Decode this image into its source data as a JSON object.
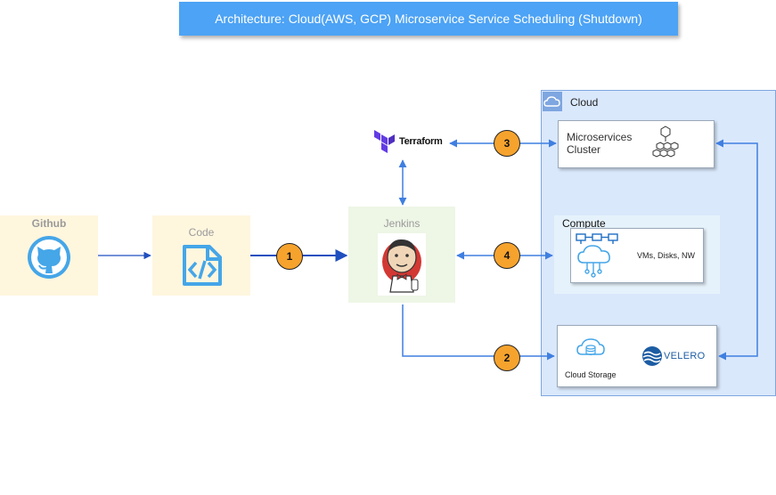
{
  "title": "Architecture: Cloud(AWS, GCP)  Microservice Service Scheduling (Shutdown)",
  "nodes": {
    "github": {
      "label": "Github"
    },
    "code": {
      "label": "Code"
    },
    "jenkins": {
      "label": "Jenkins"
    },
    "terraform": {
      "label": "Terraform"
    },
    "cloud": {
      "label": "Cloud"
    },
    "microservices": {
      "line1": "Microservices",
      "line2": "Cluster"
    },
    "compute": {
      "label": "Compute",
      "detail": "VMs, Disks, NW"
    },
    "storage": {
      "label": "Cloud Storage",
      "velero": "VELERO"
    }
  },
  "steps": [
    "1",
    "2",
    "3",
    "4"
  ],
  "colors": {
    "banner": "#4da3f5",
    "arrow_blue": "#3f7fe0",
    "arrow_dark": "#1f4fbf",
    "step_circle": "#f6a32e",
    "cloud_area": "#dae8fc",
    "icon_blue": "#45a6e8",
    "terraform_purple": "#623ce4",
    "velero_blue": "#1c5ca3"
  },
  "icons": [
    "github-octocat-icon",
    "code-file-icon",
    "jenkins-butler-icon",
    "terraform-logo-icon",
    "cloud-icon",
    "cluster-cubes-icon",
    "compute-network-icon",
    "cloud-storage-icon",
    "velero-logo-icon"
  ]
}
